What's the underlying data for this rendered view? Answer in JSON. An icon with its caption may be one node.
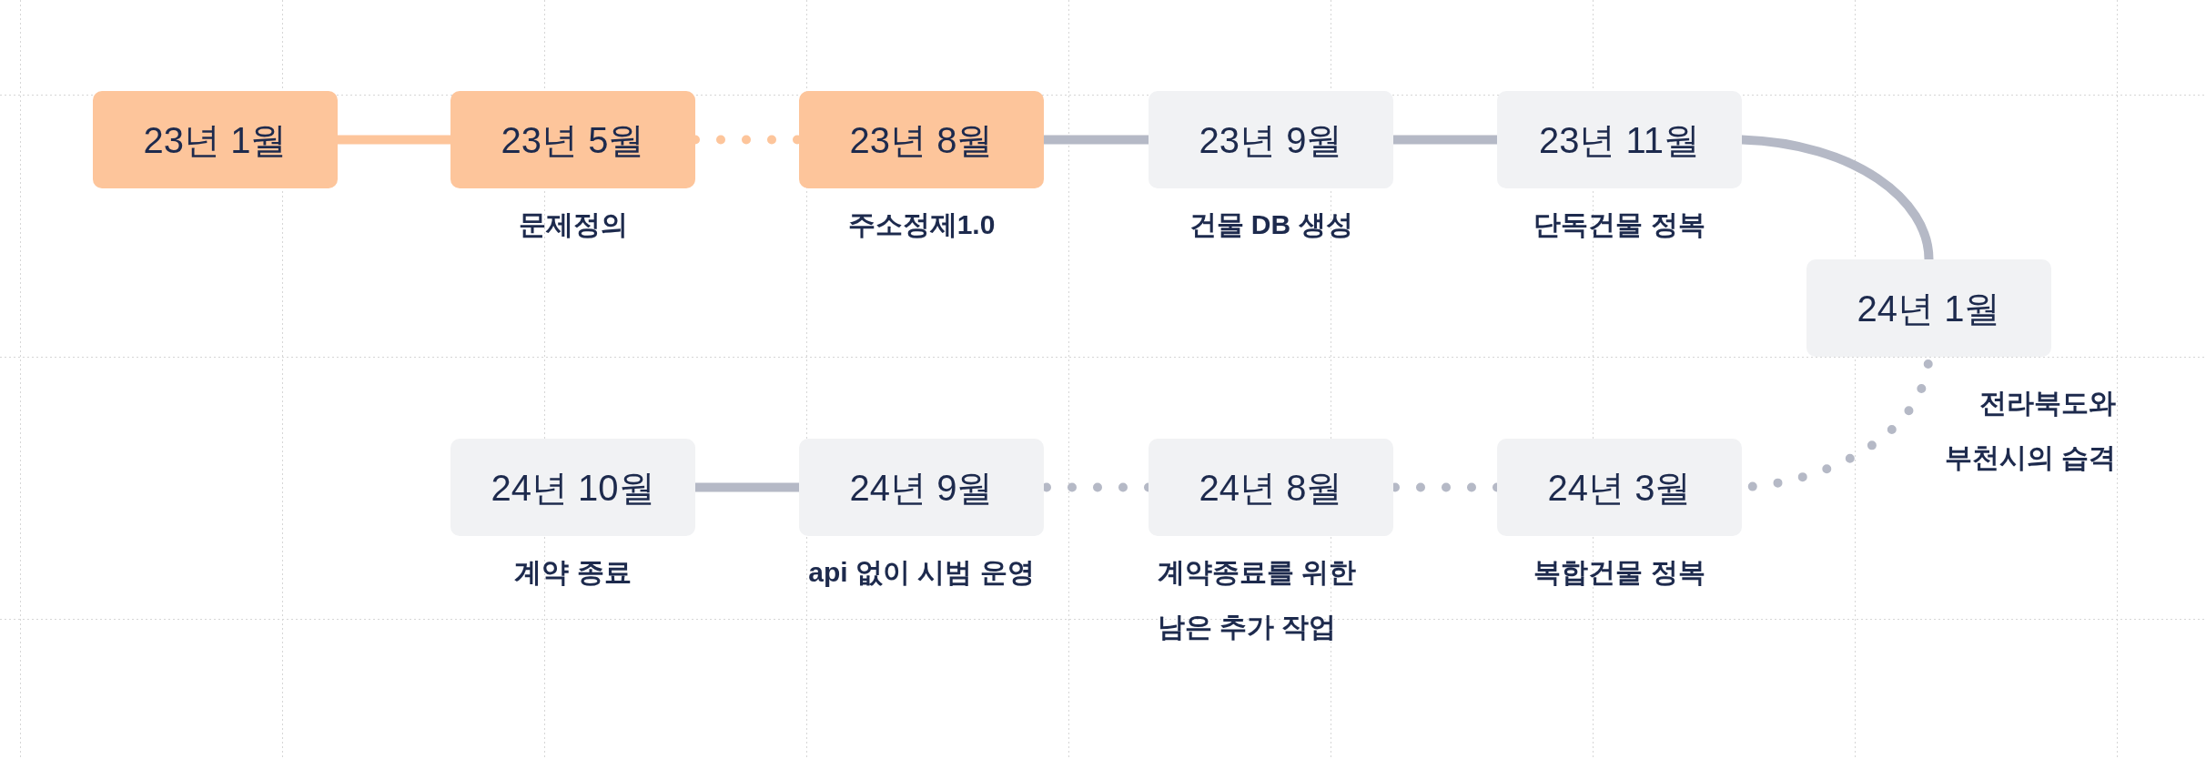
{
  "diagram": {
    "nodes": [
      {
        "text": [
          "23년 1월"
        ]
      },
      {
        "text": [
          "23년 5월"
        ],
        "beside": [
          "문제정의"
        ]
      },
      {
        "text": [
          "23년 8월"
        ],
        "beside": [
          "주소정제1.0"
        ]
      },
      {
        "text": [
          "23년 9월"
        ],
        "beside": [
          "건물 DB 생성"
        ]
      },
      {
        "text": [
          "23년 11월"
        ],
        "beside": [
          "단독건물 정복"
        ]
      },
      {
        "text": [
          "24년 1월"
        ],
        "beside": [
          "전라북도와 부천시의 습격"
        ]
      },
      {
        "text": [
          "24년 3월"
        ],
        "beside": [
          "복합건물 정복"
        ]
      },
      {
        "text": [
          "24년 8월"
        ],
        "beside": [
          "계약종료를 위한 남은 추가 작업"
        ]
      },
      {
        "text": [
          "24년 9월"
        ],
        "beside": [
          "api 없이 시범 운영"
        ]
      },
      {
        "text": [
          "24년 10월"
        ],
        "beside": [
          "계약 종료"
        ]
      }
    ],
    "edges": [
      {
        "from": 0,
        "to": 1,
        "arrow": "none",
        "color": "#fdc59b"
      },
      {
        "from": 1,
        "to": 2,
        "arrow": "none",
        "style": "dashed",
        "color": "#fdc59b"
      },
      {
        "from": 2,
        "to": 3,
        "arrow": "none"
      },
      {
        "from": 3,
        "to": 4,
        "arrow": "none"
      },
      {
        "from": 4,
        "to": 5,
        "arrow": "none"
      },
      {
        "from": 5,
        "to": 6,
        "arrow": "none",
        "style": "dashed"
      },
      {
        "from": 6,
        "to": 7,
        "arrow": "none",
        "style": "dashed"
      },
      {
        "from": 7,
        "to": 8,
        "arrow": "none",
        "style": "dashed"
      },
      {
        "from": 8,
        "to": 9,
        "arrow": "none"
      }
    ]
  }
}
